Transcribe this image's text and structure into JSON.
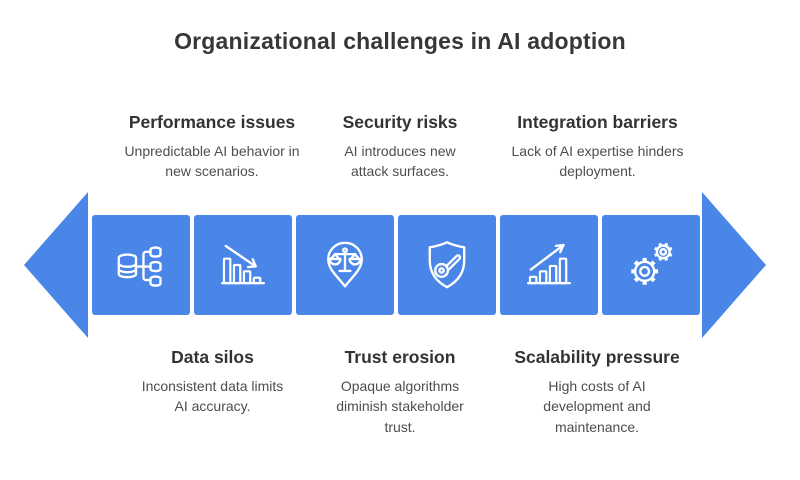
{
  "title": "Organizational challenges in AI adoption",
  "colors": {
    "arrow_blue": "#4a86e8",
    "icon_stroke": "#ffffff",
    "heading_text": "#333333",
    "body_text": "#4e4e4e",
    "background": "#ffffff"
  },
  "top_labels": [
    {
      "heading": "Performance issues",
      "description": "Unpredictable AI behavior in new scenarios."
    },
    {
      "heading": "Security risks",
      "description": "AI introduces new attack surfaces."
    },
    {
      "heading": "Integration barriers",
      "description": "Lack of AI expertise hinders deployment."
    }
  ],
  "bottom_labels": [
    {
      "heading": "Data silos",
      "description": "Inconsistent data limits AI accuracy."
    },
    {
      "heading": "Trust erosion",
      "description": "Opaque algorithms diminish stakeholder trust."
    },
    {
      "heading": "Scalability pressure",
      "description": "High costs of AI development and maintenance."
    }
  ],
  "steps": [
    {
      "icon": "database-network-icon"
    },
    {
      "icon": "declining-bar-chart-icon"
    },
    {
      "icon": "justice-scales-pin-icon"
    },
    {
      "icon": "shield-key-icon"
    },
    {
      "icon": "rising-bar-chart-icon"
    },
    {
      "icon": "gears-icon"
    }
  ]
}
